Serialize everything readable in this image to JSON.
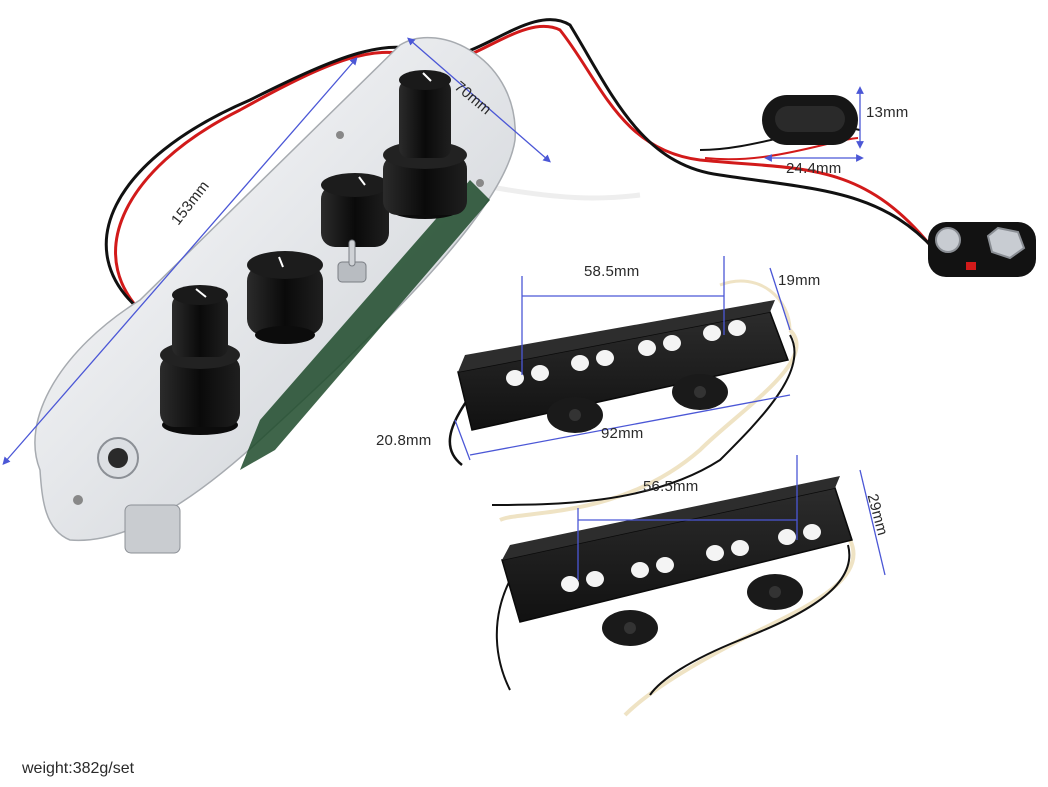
{
  "dimensions": {
    "plate_length": "153mm",
    "plate_width": "70mm",
    "battery_box_height": "13mm",
    "battery_box_width": "24.4mm",
    "bridge_pickup_pole_spacing": "58.5mm",
    "bridge_pickup_height": "19mm",
    "bridge_pickup_width": "20.8mm",
    "bridge_pickup_length": "92mm",
    "neck_pickup_pole_spacing": "56.5mm",
    "neck_pickup_width": "29mm"
  },
  "weight_label": "weight:382g/set",
  "colors": {
    "dimension_line": "#4b57d6",
    "wire_red": "#d21a1a",
    "wire_black": "#111111",
    "wire_cream": "#efe3c4",
    "chrome": "#e9ecef",
    "knob": "#101010",
    "pickup": "#1e1e1e",
    "pole": "#f4f4f4"
  }
}
